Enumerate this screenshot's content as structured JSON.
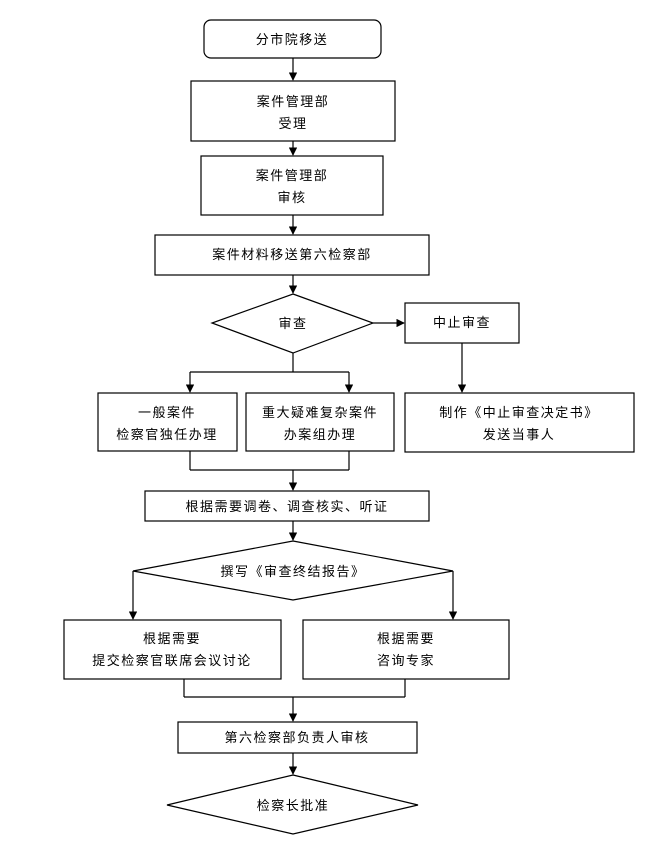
{
  "flowchart": {
    "start": "分市院移送",
    "accept": [
      "案件管理部",
      "受理"
    ],
    "review": [
      "案件管理部",
      "审核"
    ],
    "transfer": "案件材料移送第六检察部",
    "examine": "审查",
    "suspend": "中止审查",
    "suspend_decision": [
      "制作《中止审查决定书》",
      "发送当事人"
    ],
    "general_case": [
      "一般案件",
      "检察官独任办理"
    ],
    "major_case": [
      "重大疑难复杂案件",
      "办案组办理"
    ],
    "investigate": "根据需要调卷、调查核实、听证",
    "report": "撰写《审查终结报告》",
    "joint_meeting": [
      "根据需要",
      "提交检察官联席会议讨论"
    ],
    "expert": [
      "根据需要",
      "咨询专家"
    ],
    "head_review": "第六检察部负责人审核",
    "chief_approve": "检察长批准"
  }
}
